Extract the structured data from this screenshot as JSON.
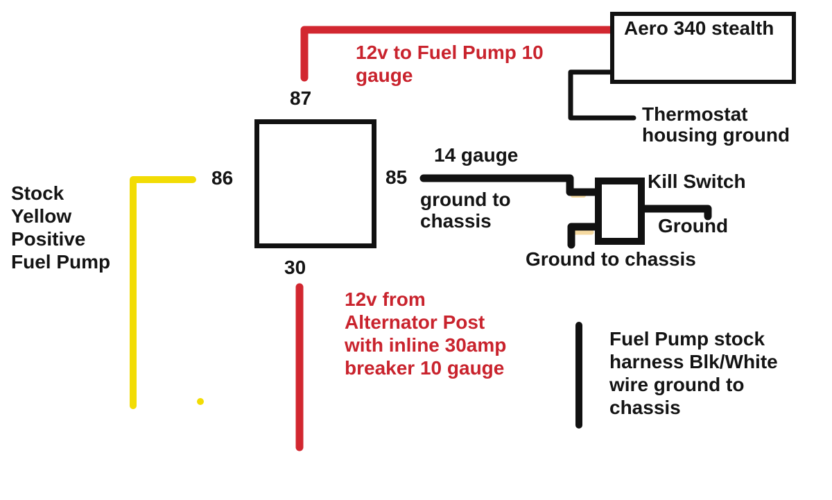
{
  "colors": {
    "wire_red": "#d22730",
    "wire_yellow": "#f2dc04",
    "wire_black": "#111111",
    "text_red": "#c9232d",
    "text_black": "#141414",
    "accent_tan": "#f5d9a0",
    "background": "#ffffff"
  },
  "relay": {
    "terminal_87": "87",
    "terminal_86": "86",
    "terminal_85": "85",
    "terminal_30": "30"
  },
  "labels": {
    "aero_box": "Aero 340 stealth",
    "fuel_pump_12v": "12v to Fuel Pump 10\ngauge",
    "thermostat_ground": "Thermostat\nhousing ground",
    "stock_yellow": "Stock\nYellow\nPositive\nFuel Pump",
    "gauge_14": "14 gauge",
    "ground_to_chassis_left": "ground to\nchassis",
    "kill_switch": "Kill Switch",
    "ground": "Ground",
    "ground_to_chassis_bottom": "Ground to chassis",
    "alternator_12v": "12v from\nAlternator Post\nwith inline 30amp\nbreaker 10 gauge",
    "harness_ground": "Fuel Pump stock\nharness Blk/White\nwire ground to\nchassis"
  }
}
